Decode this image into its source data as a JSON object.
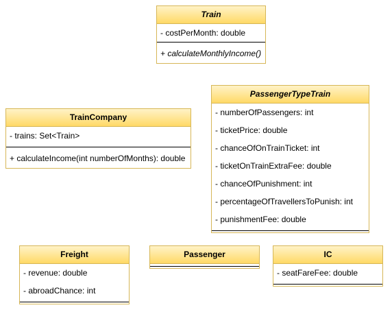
{
  "classes": {
    "train": {
      "name": "Train",
      "attributes": [
        "- costPerMonth: double"
      ],
      "methods": [
        "+ calculateMonthlyIncome()"
      ]
    },
    "train_company": {
      "name": "TrainCompany",
      "attributes": [
        "- trains: Set<Train>"
      ],
      "methods": [
        "+ calculateIncome(int numberOfMonths): double"
      ]
    },
    "passenger_type_train": {
      "name": "PassengerTypeTrain",
      "attributes": [
        "- numberOfPassengers: int",
        "- ticketPrice: double",
        "- chanceOfOnTrainTicket: int",
        "- ticketOnTrainExtraFee: double",
        "- chanceOfPunishment: int",
        "- percentageOfTravellersToPunish: int",
        "- punishmentFee: double"
      ]
    },
    "freight": {
      "name": "Freight",
      "attributes": [
        "- revenue: double",
        "- abroadChance: int"
      ]
    },
    "passenger": {
      "name": "Passenger"
    },
    "ic": {
      "name": "IC",
      "attributes": [
        "- seatFareFee: double"
      ]
    }
  }
}
